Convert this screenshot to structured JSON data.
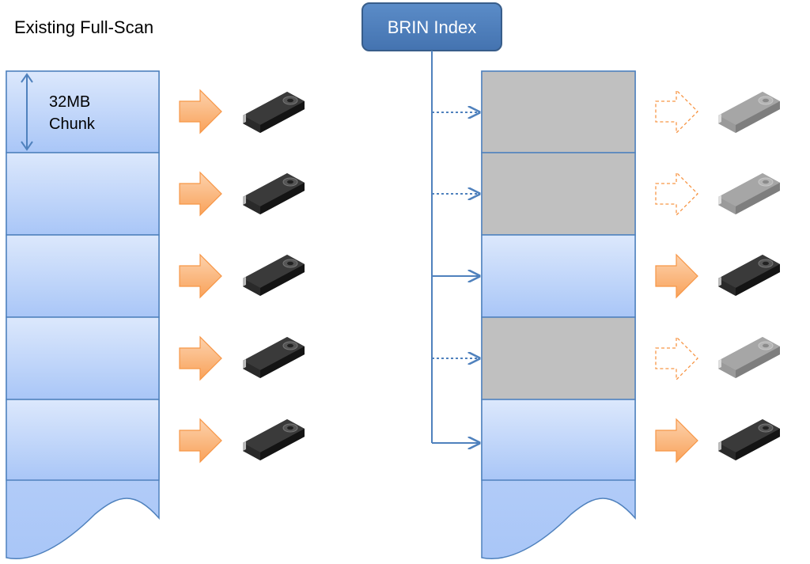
{
  "left_title": "Existing Full-Scan",
  "chunk_label": {
    "line1": "32MB",
    "line2": "Chunk"
  },
  "index_box": {
    "label": "BRIN Index"
  },
  "left_column": {
    "chunks": [
      "scanned",
      "scanned",
      "scanned",
      "scanned",
      "scanned"
    ]
  },
  "right_column": {
    "chunks": [
      "skipped",
      "skipped",
      "scanned",
      "skipped",
      "scanned"
    ]
  },
  "colors": {
    "chunk_fill_top": "#dce8fc",
    "chunk_fill_bottom": "#a9c6f7",
    "chunk_border": "#4f81bd",
    "skipped_fill": "#c0c0c0",
    "arrow_fill": "#fbb377",
    "arrow_stroke": "#f79646",
    "index_box_fill": "#4f81bd",
    "index_box_border": "#385d8a",
    "connector": "#4f81bd",
    "gpu_body": "#2b2b2b",
    "gpu_body_faded": "#9a9a9a",
    "gpu_connector": "#4caf50"
  },
  "icons": [
    "double-arrow-icon",
    "right-arrow-icon",
    "gpu-card-icon"
  ]
}
